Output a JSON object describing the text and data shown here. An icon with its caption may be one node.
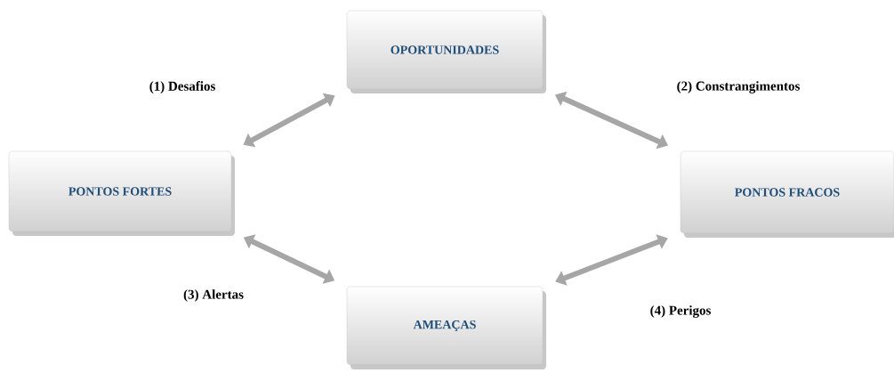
{
  "diagram": {
    "nodes": [
      {
        "text": [
          "PONTOS FORTES"
        ]
      },
      {
        "text": [
          "OPORTUNIDADES"
        ]
      },
      {
        "text": [
          "PONTOS FRACOS"
        ]
      },
      {
        "text": [
          "AMEAÇAS"
        ]
      }
    ],
    "edges": [
      {
        "from": 0,
        "to": 1,
        "arrow": "both",
        "label": "(1) Desafios"
      },
      {
        "from": 1,
        "to": 2,
        "arrow": "both",
        "label": "(2) Constrangimentos"
      },
      {
        "from": 0,
        "to": 3,
        "arrow": "both",
        "label": "(3) Alertas"
      },
      {
        "from": 3,
        "to": 2,
        "arrow": "both",
        "label": "(4) Perigos"
      }
    ]
  }
}
